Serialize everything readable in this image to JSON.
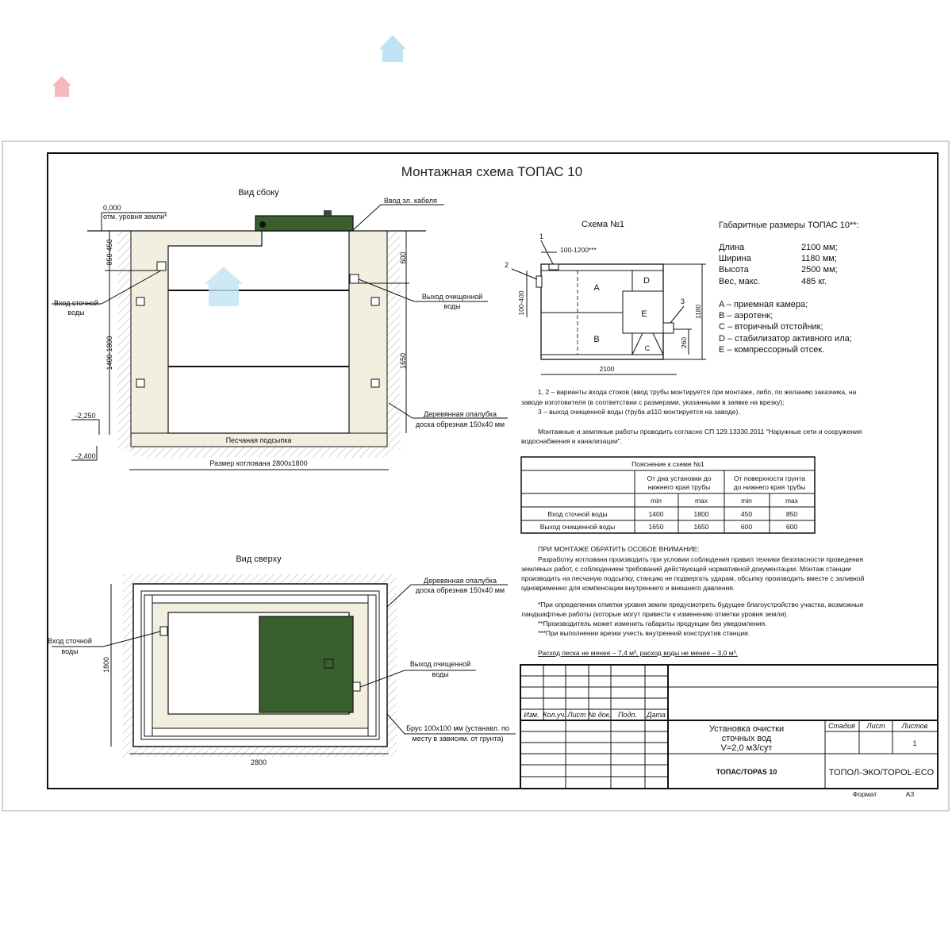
{
  "title": "Монтажная схема ТОПАС 10",
  "side_view": {
    "title": "Вид сбоку",
    "ground_level": "0,000",
    "ground_label": "отм. уровня земли*",
    "cable_entry": "Ввод эл. кабеля",
    "inlet_label": [
      "Вход сточной",
      "воды"
    ],
    "outlet_label": [
      "Выход очищенной",
      "воды"
    ],
    "dim_top_left": "850-450",
    "dim_mid_left": "1400-1800",
    "dim_top_right": "600",
    "dim_right": "1650",
    "level_bottom_tank": "-2,250",
    "level_bottom_pit": "-2,400",
    "formwork_label": [
      "Деревянная опалубка",
      "доска обрезная 150x40 мм"
    ],
    "sand_label": "Песчаная подсыпка",
    "pit_size": "Размер котлована 2800x1800"
  },
  "top_view": {
    "title": "Вид сверху",
    "formwork_label": [
      "Деревянная опалубка",
      "доска обрезная 150x40 мм"
    ],
    "inlet_label": [
      "Вход сточной",
      "воды"
    ],
    "outlet_label": [
      "Выход очищенной",
      "воды"
    ],
    "beam_label": [
      "Брус 100x100 мм (устанавл. по",
      "месту в зависим. от грунта)"
    ],
    "dim_height": "1800",
    "dim_width": "2800"
  },
  "scheme": {
    "title": "Схема №1",
    "marker_1": "1",
    "marker_2": "2",
    "marker_3": "3",
    "dim_top": "100-1200***",
    "dim_left": "100-400",
    "dim_right": "1180",
    "dim_outlet": "260",
    "dim_bottom": "2100",
    "zones": {
      "a": "A",
      "b": "B",
      "c": "C",
      "d": "D",
      "e": "E"
    }
  },
  "dimensions": {
    "title": "Габаритные размеры ТОПАС 10**:",
    "rows": [
      {
        "label": "Длина",
        "value": "2100 мм;"
      },
      {
        "label": "Ширина",
        "value": "1180 мм;"
      },
      {
        "label": "Высота",
        "value": "2500 мм;"
      },
      {
        "label": "Вес, макс.",
        "value": "485 кг."
      }
    ],
    "legend": [
      "A – приемная камера;",
      "B – аэротенк;",
      "C – вторичный отстойник;",
      "D – стабилизатор активного ила;",
      "E – компрессорный отсек."
    ]
  },
  "notes": [
    "1, 2 – варианты входа  стоков (ввод трубы монтируется при монтаже, либо, по желанию заказчика, на",
    "заводе изготовителя (в соответствии с размерами, указанными в заявке на врезку);",
    "3 – выход очищенной воды (труба ⌀110 монтируется на заводе).",
    "Монтажные и земляные работы проводить согласно СП 129.13330.2011 \"Наружные сети и сооружения",
    "водоснабжения и канализации\"."
  ],
  "table": {
    "title": "Пояснение к схеме №1",
    "group1": [
      "От дна установки до",
      "нижнего края трубы"
    ],
    "group2": [
      "От поверхности грунта",
      "до нижнего края трубы"
    ],
    "sub": [
      "min",
      "max",
      "min",
      "max"
    ],
    "rows": [
      {
        "label": "Вход сточной воды",
        "values": [
          "1400",
          "1800",
          "450",
          "850"
        ]
      },
      {
        "label": "Выход очищенной воды",
        "values": [
          "1650",
          "1650",
          "600",
          "600"
        ]
      }
    ]
  },
  "attention": {
    "heading": "ПРИ МОНТАЖЕ ОБРАТИТЬ ОСОБОЕ ВНИМАНИЕ:",
    "lines": [
      "Разработку котлована производить при условии соблюдения правил техники безопасности проведения",
      "земляных работ, с соблюдением требований действующей нормативной документации. Монтаж станции",
      "производить на песчаную подсыпку, станцию не подвергать ударам, обсыпку производить вместе с заливкой",
      "одновременно для компенсации внутреннего и внешнего давления."
    ],
    "footnotes": [
      "*При определении отметки уровня земли предусмотреть будущее благоустройство участка, возможные",
      "ландшафтные работы (которые могут привести к изменению отметки уровня земли).",
      "**Производитель может изменить габариты продукции без уведомления.",
      "***При выполнении врезки учесть внутренний конструктив станции."
    ],
    "consumption": "Расход песка не менее – 7,4 м³, расход воды не менее – 3,0 м³."
  },
  "title_block": {
    "headers": [
      "Изм.",
      "Кол.уч.",
      "Лист",
      "№ док.",
      "Подп.",
      "Дата"
    ],
    "name": [
      "Установка очистки",
      "сточных вод",
      "V=2,0 м3/сут"
    ],
    "stage_headers": [
      "Стадия",
      "Лист",
      "Листов"
    ],
    "sheets": "1",
    "code": "ТОПАС/TOPAS 10",
    "company": "ТОПОЛ-ЭКО/TOPOL-ECO",
    "format_label": "Формат",
    "format_value": "А3"
  },
  "colors": {
    "tank_lid": "#3a5f2e",
    "sand": "#f3efe0",
    "watermark_red": "#f4b8bd",
    "watermark_blue": "#bfe3f2"
  }
}
